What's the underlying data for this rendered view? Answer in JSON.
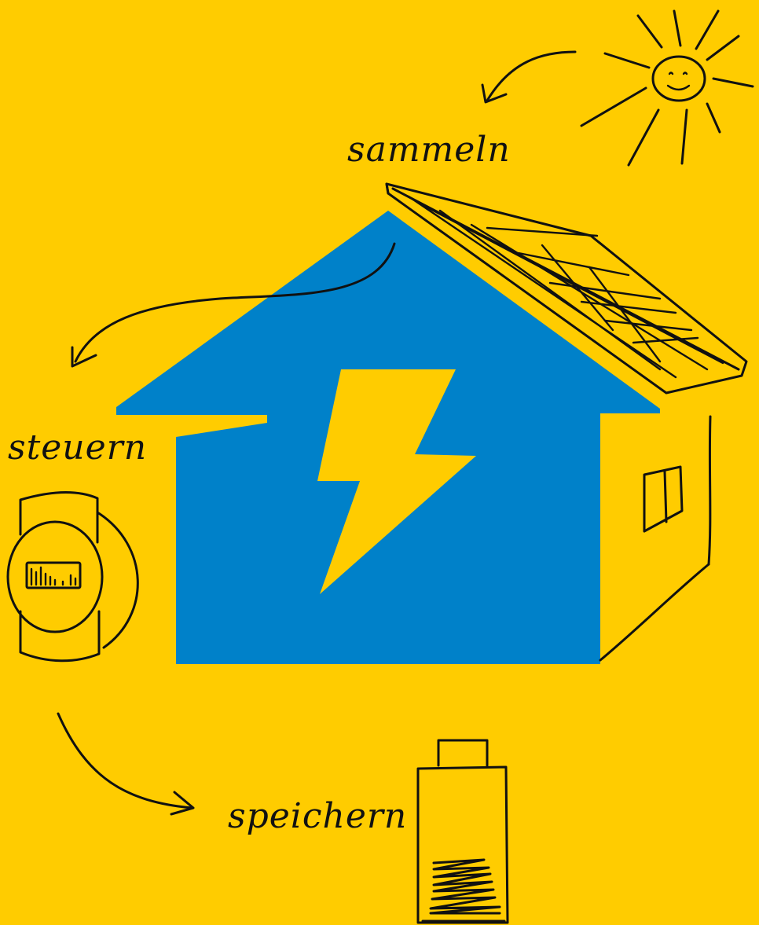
{
  "labels": {
    "collect": "sammeln",
    "control": "steuern",
    "store": "speichern"
  },
  "colors": {
    "background": "#FFCC00",
    "house": "#0081C9",
    "bolt": "#FFCC00",
    "ink": "#111111"
  },
  "icons": {
    "sun": "sun-icon",
    "solar_panel": "solar-panel-icon",
    "house": "house-icon",
    "lightning": "lightning-bolt-icon",
    "meter": "smart-meter-icon",
    "battery": "battery-icon"
  }
}
